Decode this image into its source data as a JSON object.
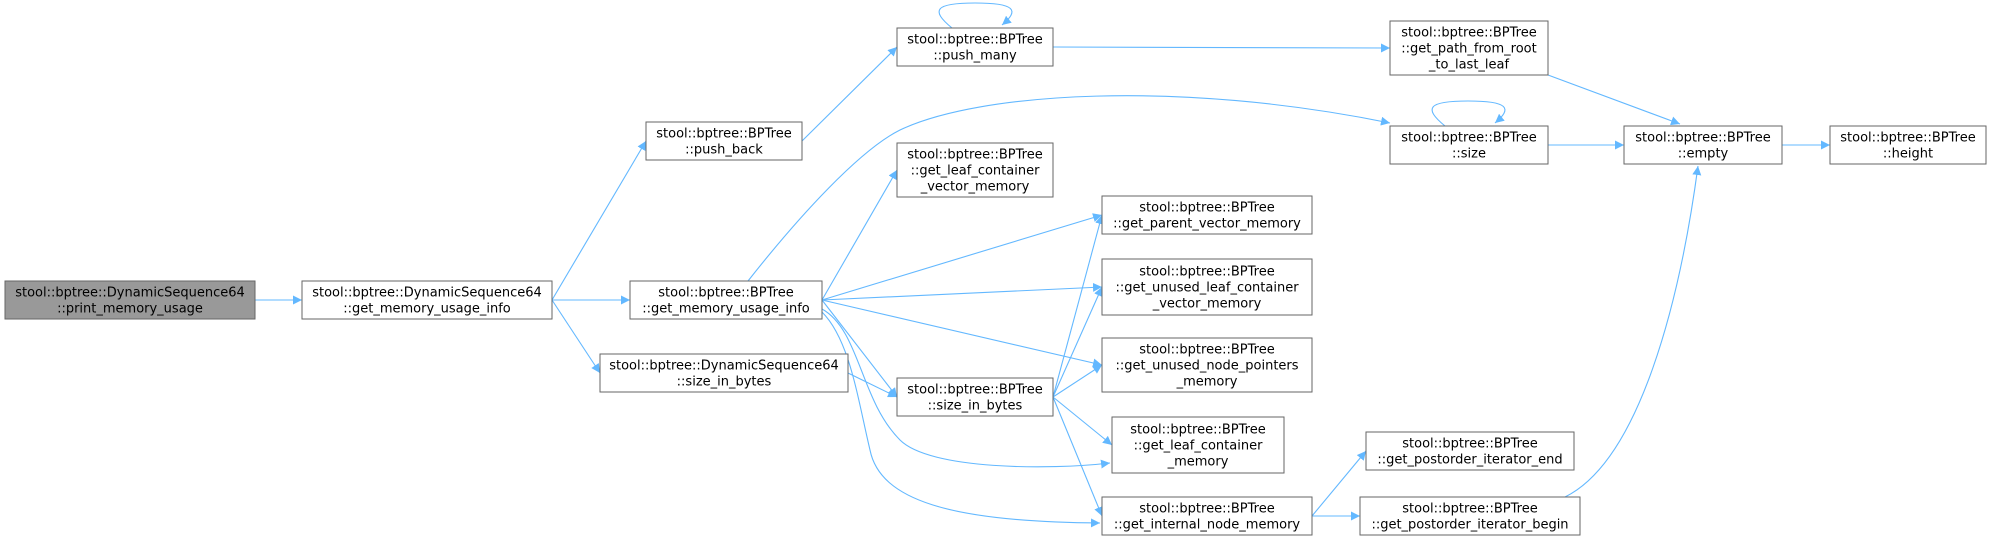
{
  "colors": {
    "edge": "#63b8ff",
    "node_border": "#666666",
    "node_fill": "#ffffff",
    "root_fill": "#999999"
  },
  "nodes": [
    {
      "id": "print_memory_usage",
      "lines": [
        "stool::bptree::DynamicSequence64",
        "::print_memory_usage"
      ],
      "root": true
    },
    {
      "id": "ds_get_memory_usage_info",
      "lines": [
        "stool::bptree::DynamicSequence64",
        "::get_memory_usage_info"
      ]
    },
    {
      "id": "push_back",
      "lines": [
        "stool::bptree::BPTree",
        "::push_back"
      ]
    },
    {
      "id": "bp_get_memory_usage_info",
      "lines": [
        "stool::bptree::BPTree",
        "::get_memory_usage_info"
      ]
    },
    {
      "id": "ds_size_in_bytes",
      "lines": [
        "stool::bptree::DynamicSequence64",
        "::size_in_bytes"
      ]
    },
    {
      "id": "push_many",
      "lines": [
        "stool::bptree::BPTree",
        "::push_many"
      ]
    },
    {
      "id": "get_leaf_container_vector_memory",
      "lines": [
        "stool::bptree::BPTree",
        "::get_leaf_container",
        "_vector_memory"
      ]
    },
    {
      "id": "bp_size_in_bytes",
      "lines": [
        "stool::bptree::BPTree",
        "::size_in_bytes"
      ]
    },
    {
      "id": "get_parent_vector_memory",
      "lines": [
        "stool::bptree::BPTree",
        "::get_parent_vector_memory"
      ]
    },
    {
      "id": "get_unused_leaf_container_vector_memory",
      "lines": [
        "stool::bptree::BPTree",
        "::get_unused_leaf_container",
        "_vector_memory"
      ]
    },
    {
      "id": "get_unused_node_pointers_memory",
      "lines": [
        "stool::bptree::BPTree",
        "::get_unused_node_pointers",
        "_memory"
      ]
    },
    {
      "id": "get_leaf_container_memory",
      "lines": [
        "stool::bptree::BPTree",
        "::get_leaf_container",
        "_memory"
      ]
    },
    {
      "id": "get_internal_node_memory",
      "lines": [
        "stool::bptree::BPTree",
        "::get_internal_node_memory"
      ]
    },
    {
      "id": "get_path_from_root_to_last_leaf",
      "lines": [
        "stool::bptree::BPTree",
        "::get_path_from_root",
        "_to_last_leaf"
      ]
    },
    {
      "id": "size",
      "lines": [
        "stool::bptree::BPTree",
        "::size"
      ]
    },
    {
      "id": "get_postorder_iterator_end",
      "lines": [
        "stool::bptree::BPTree",
        "::get_postorder_iterator_end"
      ]
    },
    {
      "id": "get_postorder_iterator_begin",
      "lines": [
        "stool::bptree::BPTree",
        "::get_postorder_iterator_begin"
      ]
    },
    {
      "id": "empty",
      "lines": [
        "stool::bptree::BPTree",
        "::empty"
      ]
    },
    {
      "id": "height",
      "lines": [
        "stool::bptree::BPTree",
        "::height"
      ]
    }
  ],
  "edges": [
    [
      "print_memory_usage",
      "ds_get_memory_usage_info"
    ],
    [
      "ds_get_memory_usage_info",
      "push_back"
    ],
    [
      "ds_get_memory_usage_info",
      "bp_get_memory_usage_info"
    ],
    [
      "ds_get_memory_usage_info",
      "ds_size_in_bytes"
    ],
    [
      "push_back",
      "push_many"
    ],
    [
      "push_many",
      "push_many"
    ],
    [
      "push_many",
      "get_path_from_root_to_last_leaf"
    ],
    [
      "get_path_from_root_to_last_leaf",
      "empty"
    ],
    [
      "bp_get_memory_usage_info",
      "size"
    ],
    [
      "bp_get_memory_usage_info",
      "get_leaf_container_vector_memory"
    ],
    [
      "bp_get_memory_usage_info",
      "get_parent_vector_memory"
    ],
    [
      "bp_get_memory_usage_info",
      "get_unused_leaf_container_vector_memory"
    ],
    [
      "bp_get_memory_usage_info",
      "get_unused_node_pointers_memory"
    ],
    [
      "bp_get_memory_usage_info",
      "bp_size_in_bytes"
    ],
    [
      "bp_get_memory_usage_info",
      "get_leaf_container_memory"
    ],
    [
      "bp_get_memory_usage_info",
      "get_internal_node_memory"
    ],
    [
      "size",
      "size"
    ],
    [
      "size",
      "empty"
    ],
    [
      "empty",
      "height"
    ],
    [
      "ds_size_in_bytes",
      "bp_size_in_bytes"
    ],
    [
      "bp_size_in_bytes",
      "get_parent_vector_memory"
    ],
    [
      "bp_size_in_bytes",
      "get_unused_leaf_container_vector_memory"
    ],
    [
      "bp_size_in_bytes",
      "get_unused_node_pointers_memory"
    ],
    [
      "bp_size_in_bytes",
      "get_leaf_container_memory"
    ],
    [
      "bp_size_in_bytes",
      "get_internal_node_memory"
    ],
    [
      "get_internal_node_memory",
      "get_postorder_iterator_end"
    ],
    [
      "get_internal_node_memory",
      "get_postorder_iterator_begin"
    ],
    [
      "get_postorder_iterator_begin",
      "empty"
    ]
  ]
}
